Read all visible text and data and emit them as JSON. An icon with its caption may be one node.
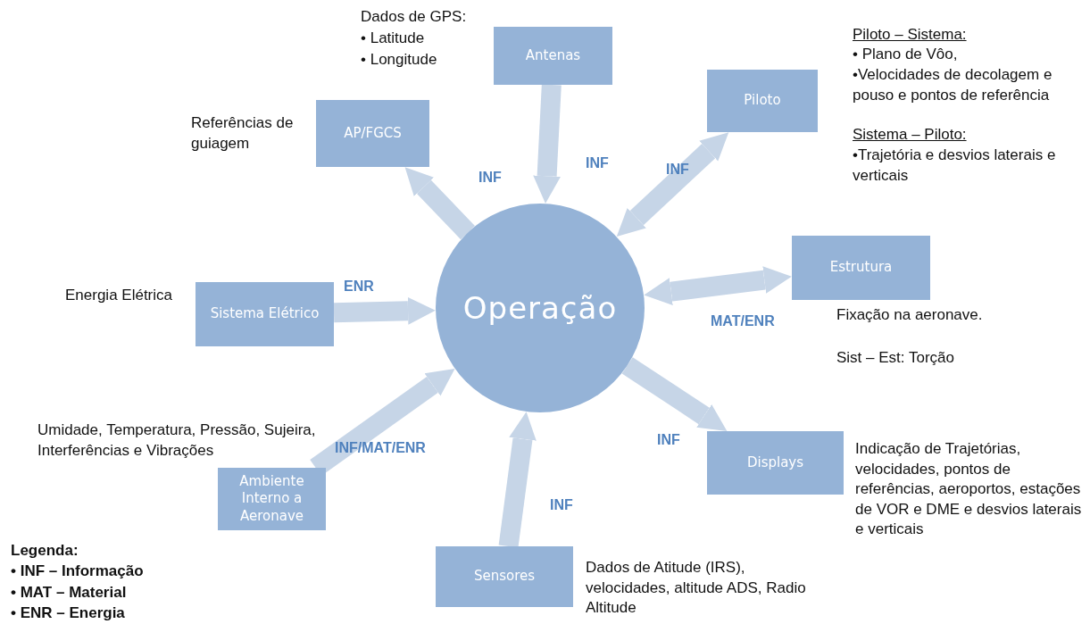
{
  "diagram": {
    "nodes": [
      {
        "text": [
          "Operação"
        ]
      },
      {
        "text": [
          "Antenas"
        ],
        "beside": [
          "Dados de GPS:",
          "• Latitude",
          "• Longitude"
        ]
      },
      {
        "text": [
          "AP/FGCS"
        ],
        "beside": [
          "Referências de guiagem"
        ]
      },
      {
        "text": [
          "Piloto"
        ],
        "beside": [
          "Piloto – Sistema:",
          "• Plano de Vôo,",
          "•Velocidades de decolagem e pouso e pontos de referência",
          "Sistema – Piloto:",
          "•Trajetória e desvios laterais e verticais"
        ]
      },
      {
        "text": [
          "Estrutura"
        ],
        "beside": [
          "Fixação na aeronave.",
          "Sist – Est: Torção"
        ]
      },
      {
        "text": [
          "Sistema Elétrico"
        ],
        "beside": [
          "Energia Elétrica"
        ]
      },
      {
        "text": [
          "Displays"
        ],
        "beside": [
          "Indicação de Trajetórias, velocidades, pontos de referências, aeroportos, estações de VOR e DME e desvios laterais e verticais"
        ]
      },
      {
        "text": [
          "Ambiente Interno a Aeronave"
        ],
        "beside": [
          "Umidade, Temperatura, Pressão, Sujeira, Interferências e Vibrações"
        ]
      },
      {
        "text": [
          "Sensores"
        ],
        "beside": [
          "Dados de Atitude (IRS), velocidades, altitude ADS, Radio Altitude"
        ]
      }
    ],
    "edges": [
      {
        "from": 1,
        "to": 0,
        "arrow": "to",
        "label": "INF"
      },
      {
        "from": 0,
        "to": 2,
        "arrow": "to",
        "label": "INF"
      },
      {
        "from": 0,
        "to": 3,
        "arrow": "both",
        "label": "INF"
      },
      {
        "from": 0,
        "to": 4,
        "arrow": "both",
        "label": "MAT/ENR"
      },
      {
        "from": 5,
        "to": 0,
        "arrow": "to",
        "label": "ENR"
      },
      {
        "from": 0,
        "to": 6,
        "arrow": "to",
        "label": "INF"
      },
      {
        "from": 7,
        "to": 0,
        "arrow": "to",
        "label": "INF/MAT/ENR"
      },
      {
        "from": 8,
        "to": 0,
        "arrow": "to",
        "label": "INF"
      }
    ],
    "labels": [
      "Legenda:",
      "• INF – Informação",
      "• MAT – Material",
      "• ENR – Energia"
    ]
  }
}
